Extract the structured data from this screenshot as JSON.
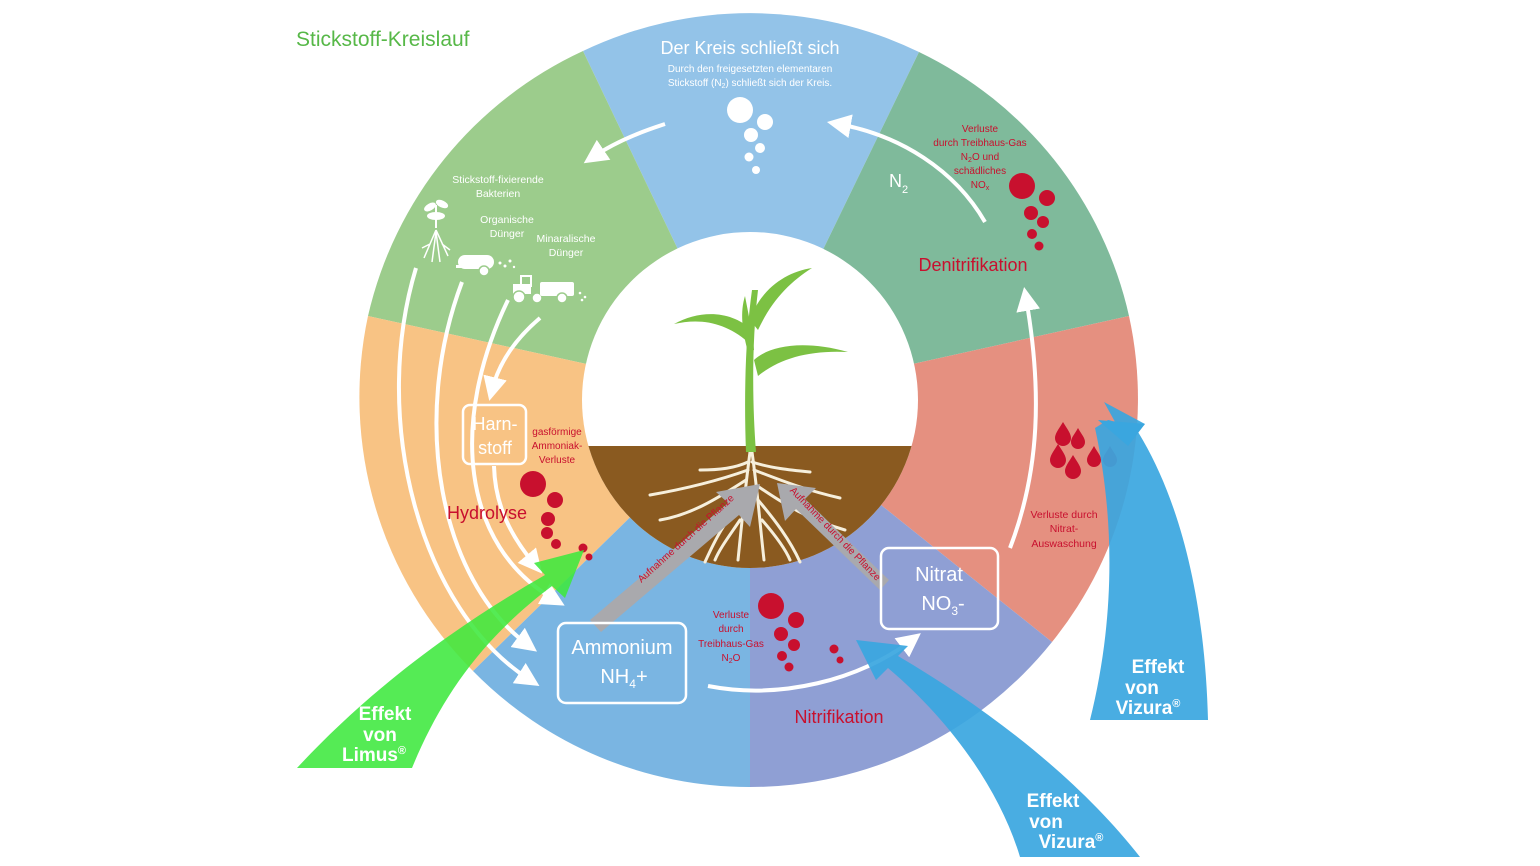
{
  "title": "Stickstoff-Kreislauf",
  "colors": {
    "title_green": "#57b848",
    "top_blue": "#93c3e8",
    "upper_left_green": "#9ccc8c",
    "upper_right_green": "#7fba9b",
    "right_red": "#e59080",
    "left_orange": "#f8c384",
    "bottom_blue": "#7ab5e2",
    "bottom_purple": "#8f9fd4",
    "soil": "#8a5a20",
    "plant": "#7cc143",
    "loss_red": "#c8102e",
    "limus_green": "#3ee83e",
    "vizura_blue": "#3aa6df"
  },
  "segments": {
    "top": {
      "heading": "Der Kreis schließt sich",
      "desc_line1": "Durch den freigesetzten elementaren",
      "desc_line2_a": "Stickstoff (N",
      "desc_line2_sub": "2",
      "desc_line2_b": ") schließt sich der Kreis."
    },
    "denitrification": {
      "label": "Denitrifikation",
      "n2_main": "N",
      "n2_sub": "2",
      "loss_line1": "Verluste",
      "loss_line2": "durch Treibhaus-Gas",
      "loss_line3_a": "N",
      "loss_line3_sub": "2",
      "loss_line3_b": "O und",
      "loss_line4": "schädliches",
      "loss_line5_a": "NO",
      "loss_line5_sub": "x"
    },
    "inputs": {
      "bacteria_line1": "Stickstoff-fixierende",
      "bacteria_line2": "Bakterien",
      "organic_line1": "Organische",
      "organic_line2": "Dünger",
      "mineral_line1": "Minaralische",
      "mineral_line2": "Dünger"
    },
    "hydrolysis": {
      "label": "Hydrolyse",
      "box_line1": "Harn-",
      "box_line2": "stoff",
      "loss_line1": "gasförmige",
      "loss_line2": "Ammoniak-",
      "loss_line3": "Verluste"
    },
    "leaching": {
      "loss_line1": "Verluste durch",
      "loss_line2": "Nitrat-",
      "loss_line3": "Auswaschung"
    },
    "nitrification": {
      "label": "Nitrifikation",
      "loss_line1": "Verluste",
      "loss_line2": "durch",
      "loss_line3": "Treibhaus-Gas",
      "loss_line4_a": "N",
      "loss_line4_sub": "2",
      "loss_line4_b": "O"
    },
    "ammonium": {
      "line1": "Ammonium",
      "line2_a": "NH",
      "line2_sub": "4",
      "line2_b": "+"
    },
    "nitrate": {
      "line1": "Nitrat",
      "line2_a": "NO",
      "line2_sub": "3",
      "line2_b": "-"
    }
  },
  "uptake_label": "Aufnahme durch die Pflanze",
  "effects": {
    "limus": {
      "line1": "Effekt",
      "line2": "von",
      "line3": "Limus",
      "reg": "®"
    },
    "vizura_bottom": {
      "line1": "Effekt",
      "line2": "von",
      "line3": "Vizura",
      "reg": "®"
    },
    "vizura_right": {
      "line1": "Effekt",
      "line2": "von",
      "line3": "Vizura",
      "reg": "®"
    }
  }
}
